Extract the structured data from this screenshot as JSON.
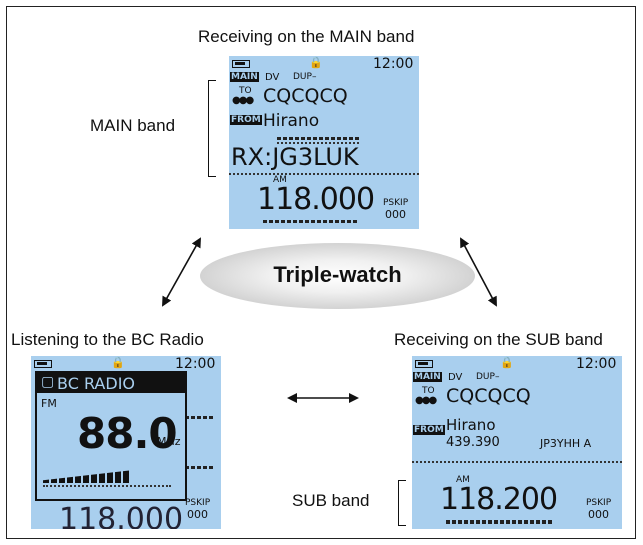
{
  "captions": {
    "top": "Receiving on the MAIN band",
    "bottom_left": "Listening to the BC Radio",
    "bottom_right": "Receiving on the SUB band",
    "main_band": "MAIN band",
    "sub_band": "SUB band",
    "center": "Triple-watch"
  },
  "screen_main": {
    "time": "12:00",
    "main_tag": "MAIN",
    "mode": "DV",
    "dup": "DUP–",
    "to_tag": "TO",
    "call_to": "CQCQCQ",
    "from_tag": "FROM",
    "from_name": "Hirano",
    "rx": "RX:JG3LUK",
    "am_label": "AM",
    "frequency": "118.000",
    "pskip": "PSKIP",
    "pskip_num": "000"
  },
  "screen_bc": {
    "time": "12:00",
    "title": "BC RADIO",
    "fm_label": "FM",
    "frequency": "88.0",
    "unit": "MHz",
    "pskip": "PSKIP",
    "pskip_num": "000",
    "background_freq": "118.000"
  },
  "screen_sub": {
    "time": "12:00",
    "main_tag": "MAIN",
    "mode": "DV",
    "dup": "DUP–",
    "to_tag": "TO",
    "call_to": "CQCQCQ",
    "from_tag": "FROM",
    "from_name": "Hirano",
    "freq_small": "439.390",
    "callsign_small": "JP3YHH  A",
    "am_label": "AM",
    "frequency": "118.200",
    "pskip": "PSKIP",
    "pskip_num": "000"
  },
  "colors": {
    "lcd": "#a9cfee",
    "ink": "#111111"
  },
  "icons": [
    "battery-icon",
    "lock-icon",
    "double-arrow-icon",
    "group-icon"
  ]
}
